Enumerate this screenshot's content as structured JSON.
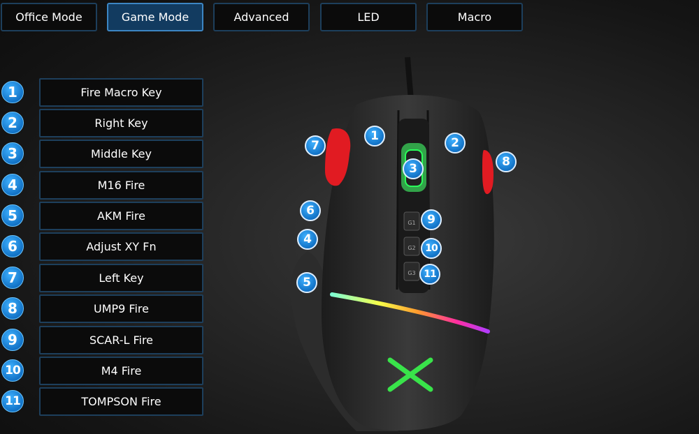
{
  "tabs": [
    {
      "label": "Office Mode",
      "active": false
    },
    {
      "label": "Game Mode",
      "active": true
    },
    {
      "label": "Advanced",
      "active": false
    },
    {
      "label": "LED",
      "active": false
    },
    {
      "label": "Macro",
      "active": false
    }
  ],
  "functions": [
    {
      "num": "1",
      "label": "Fire Macro Key"
    },
    {
      "num": "2",
      "label": "Right Key"
    },
    {
      "num": "3",
      "label": "Middle Key"
    },
    {
      "num": "4",
      "label": "M16 Fire"
    },
    {
      "num": "5",
      "label": "AKM Fire"
    },
    {
      "num": "6",
      "label": "Adjust XY Fn"
    },
    {
      "num": "7",
      "label": "Left Key"
    },
    {
      "num": "8",
      "label": "UMP9 Fire"
    },
    {
      "num": "9",
      "label": "SCAR-L Fire"
    },
    {
      "num": "10",
      "label": "M4 Fire"
    },
    {
      "num": "11",
      "label": "TOMPSON Fire"
    }
  ],
  "mouse": {
    "g_buttons": [
      "G1",
      "G2",
      "G3"
    ],
    "callouts": [
      "1",
      "2",
      "3",
      "4",
      "5",
      "6",
      "7",
      "8",
      "9",
      "10",
      "11"
    ]
  },
  "colors": {
    "tab_active": "#123b60",
    "badge_blue": "#1273c7",
    "side_button_red": "#e11b22",
    "logo_green": "#39e34a"
  }
}
